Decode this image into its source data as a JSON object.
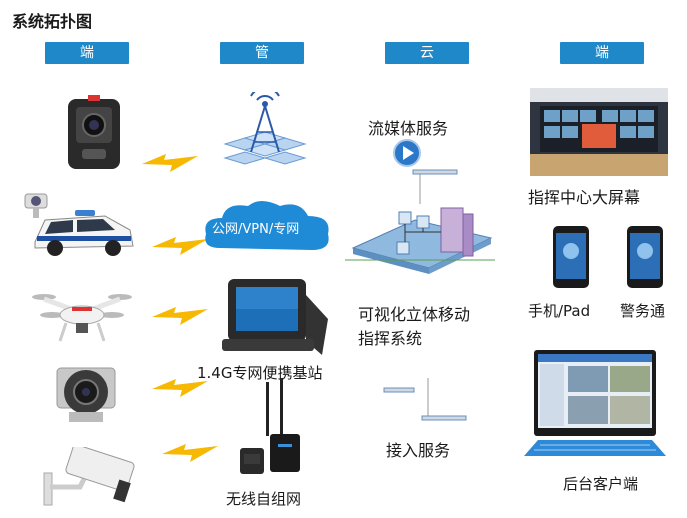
{
  "title": "系统拓扑图",
  "columns": [
    "端",
    "管",
    "云",
    "端"
  ],
  "labels": {
    "network": "公网/VPN/专网",
    "base_station": "1.4G专网便携基站",
    "wireless": "无线自组网",
    "streaming": "流媒体服务",
    "command_system": "可视化立体移动\n指挥系统",
    "access": "接入服务",
    "big_screen": "指挥中心大屏幕",
    "phone_pad": "手机/Pad",
    "police": "警务通",
    "client": "后台客户端"
  },
  "colors": {
    "header_blue": "#1e88c8",
    "bolt_yellow": "#f6b800",
    "cloud_blue": "#1f8ad6"
  }
}
